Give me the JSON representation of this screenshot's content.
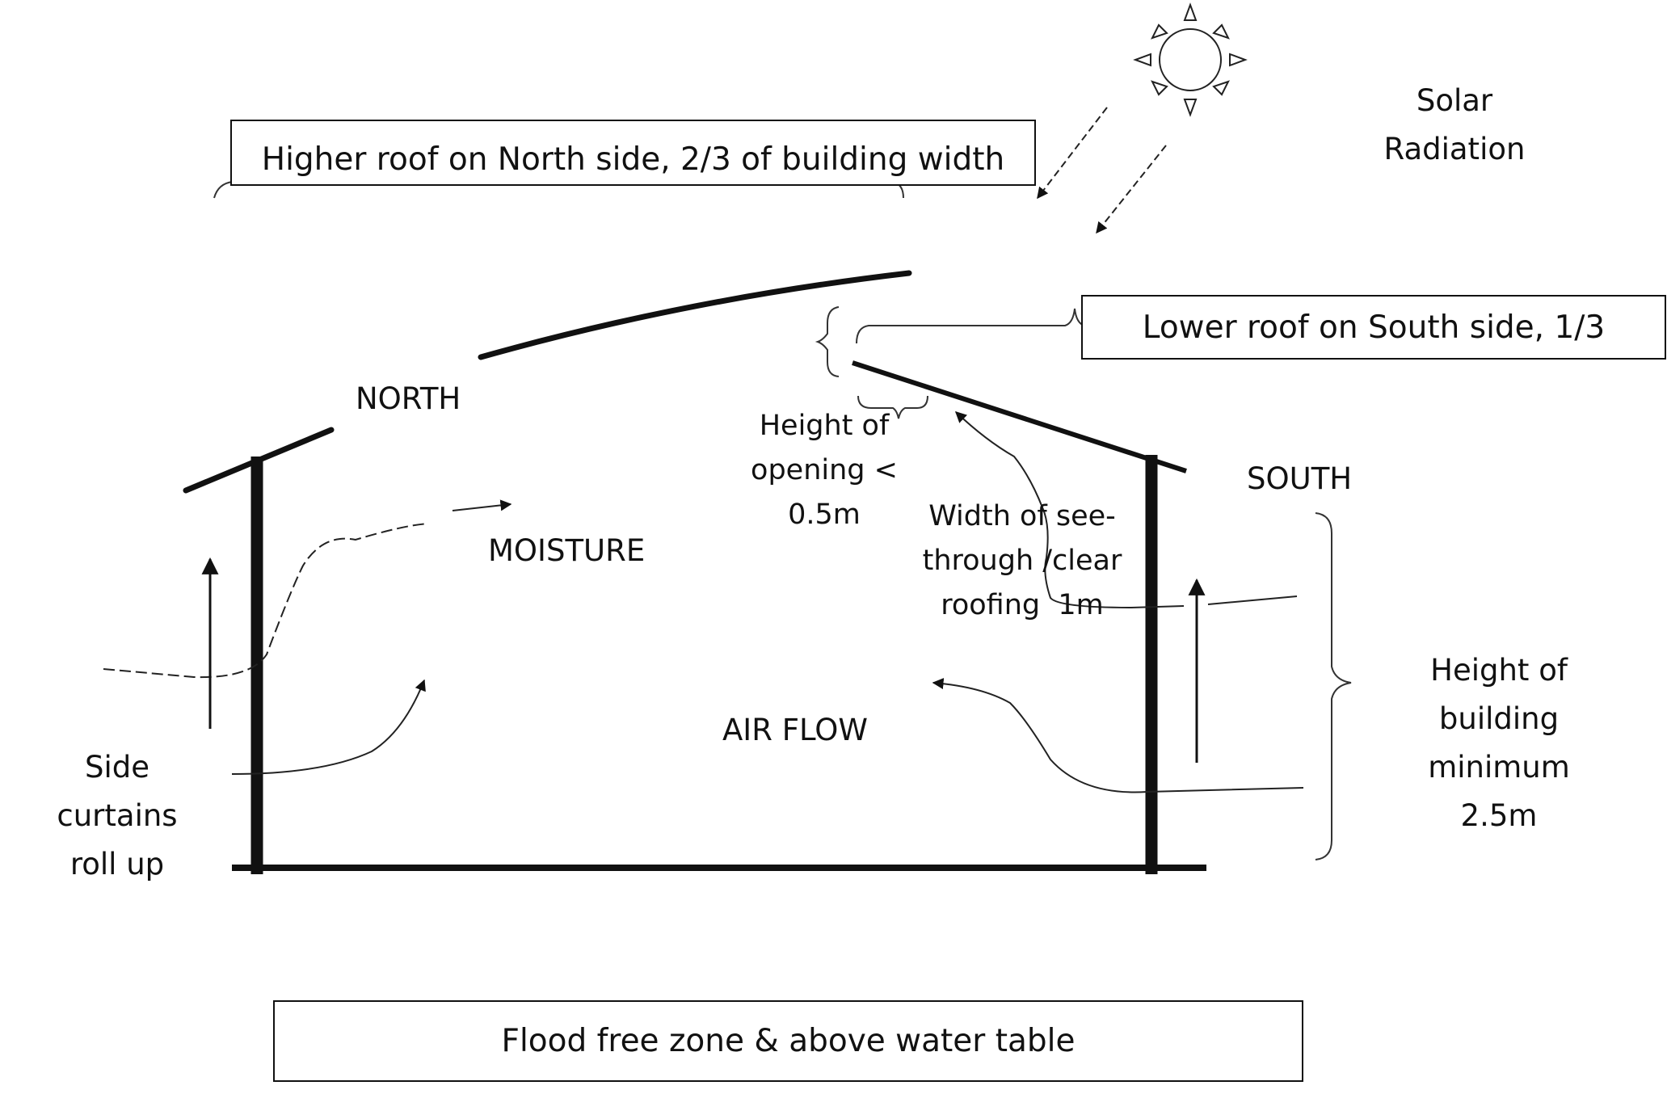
{
  "labels": {
    "roof_north_box": "Higher roof on North side, 2/3 of building width",
    "roof_south_box": "Lower roof on South side, 1/3",
    "site_box": "Flood free zone & above water table",
    "solar": [
      "Solar",
      "Radiation"
    ],
    "north": "NORTH",
    "south": "SOUTH",
    "moisture": "MOISTURE",
    "air_flow": "AIR FLOW",
    "opening_height": [
      "Height of",
      "opening <",
      "0.5m"
    ],
    "clear_roofing": [
      "Width of see-",
      "through /clear",
      "roofing  1m"
    ],
    "building_height": [
      "Height of",
      "building",
      "minimum",
      "2.5m"
    ],
    "side_curtains": [
      "Side",
      "curtains",
      "roll up"
    ]
  },
  "icons": {
    "sun": "sun-icon"
  }
}
